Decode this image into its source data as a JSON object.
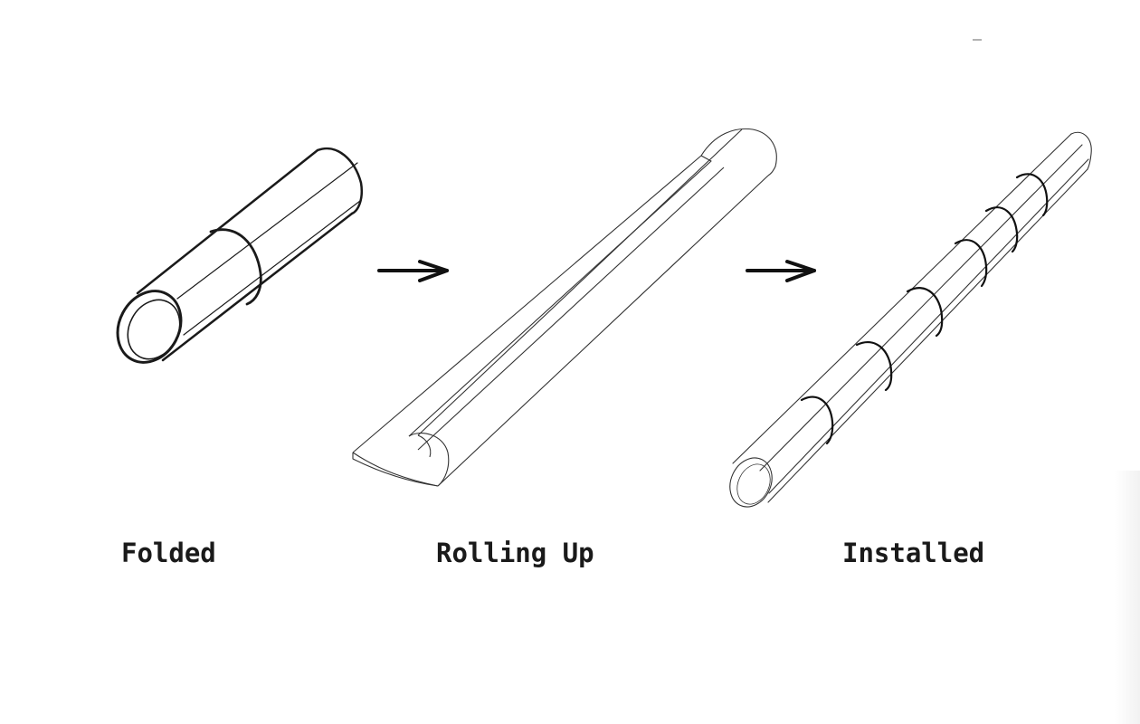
{
  "stages": [
    {
      "id": "folded",
      "label": "Folded"
    },
    {
      "id": "rolling",
      "label": "Rolling Up"
    },
    {
      "id": "installed",
      "label": "Installed"
    }
  ],
  "arrows": 2,
  "colors": {
    "line": "#1a1a1a",
    "thin_line": "#333333",
    "background": "#ffffff"
  }
}
